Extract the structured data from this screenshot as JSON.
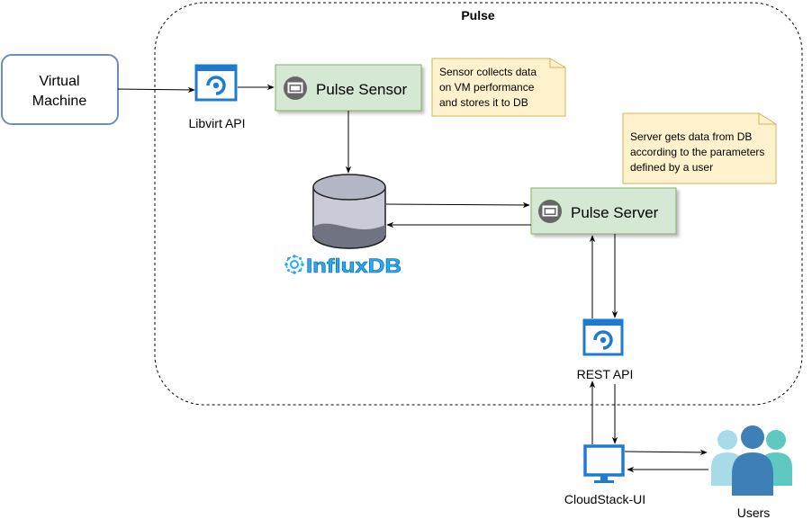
{
  "group": {
    "title": "Pulse"
  },
  "nodes": {
    "vm": {
      "line1": "Virtual",
      "line2": "Machine"
    },
    "libvirt": {
      "label": "Libvirt API"
    },
    "pulse_sensor": {
      "label": "Pulse Sensor"
    },
    "influxdb": {
      "label": "InfluxDB"
    },
    "pulse_server": {
      "label": "Pulse Server"
    },
    "rest_api": {
      "label": "REST API"
    },
    "cloudstack_ui": {
      "label": "CloudStack-UI"
    },
    "users": {
      "label": "Users"
    }
  },
  "notes": {
    "sensor": {
      "line1": "Sensor collects data",
      "line2": "on VM performance",
      "line3": "and stores it to DB"
    },
    "server": {
      "line1": "Server gets data from DB",
      "line2": "according to the parameters",
      "line3": "defined by a user"
    }
  },
  "colors": {
    "vm_border": "#6c8ebf",
    "service_fill": "#d5e8d4",
    "service_border": "#82b366",
    "note_fill": "#fff2cc",
    "note_border": "#d6b656",
    "azure_blue": "#1f7bd1",
    "influx_blue": "#22adf6",
    "users_light": "#a8dbe8",
    "users_teal": "#5fc8c0",
    "users_dark": "#3d7fb6"
  },
  "icons": {
    "libvirt": "azure-api-icon",
    "rest_api": "azure-api-icon",
    "pulse_sensor": "server-icon",
    "pulse_server": "server-icon",
    "influxdb": "database-cylinder-icon",
    "cloudstack_ui": "monitor-icon",
    "users": "users-icon"
  }
}
